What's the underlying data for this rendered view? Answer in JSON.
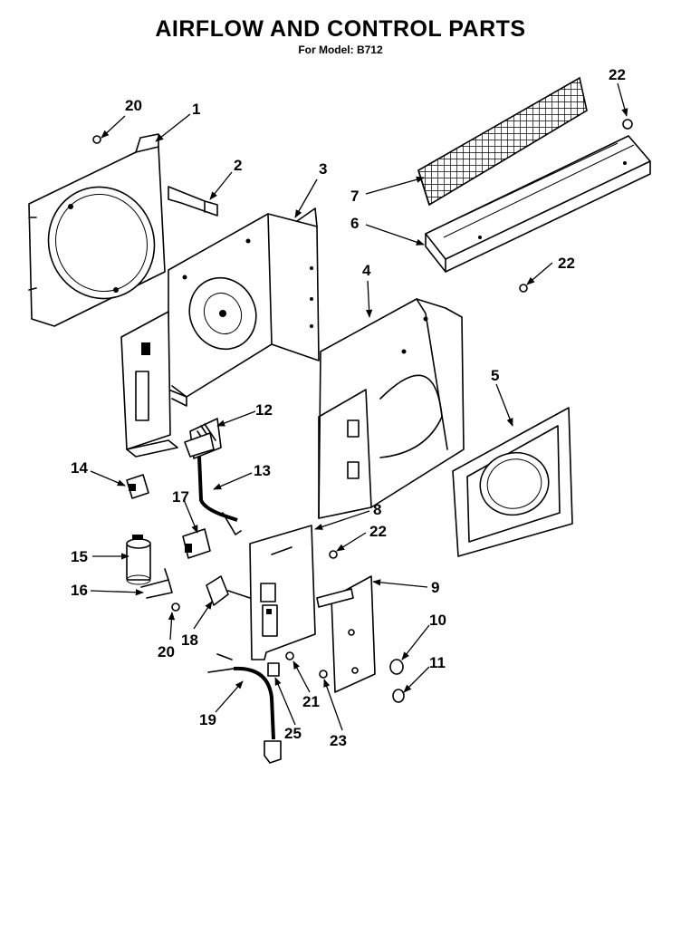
{
  "header": {
    "title": "AIRFLOW AND CONTROL PARTS",
    "subtitle": "For Model: B712"
  },
  "callouts": [
    "1",
    "2",
    "3",
    "4",
    "5",
    "6",
    "7",
    "8",
    "9",
    "10",
    "11",
    "12",
    "13",
    "14",
    "15",
    "16",
    "17",
    "18",
    "19",
    "20",
    "20",
    "21",
    "22",
    "22",
    "22",
    "23",
    "25"
  ]
}
